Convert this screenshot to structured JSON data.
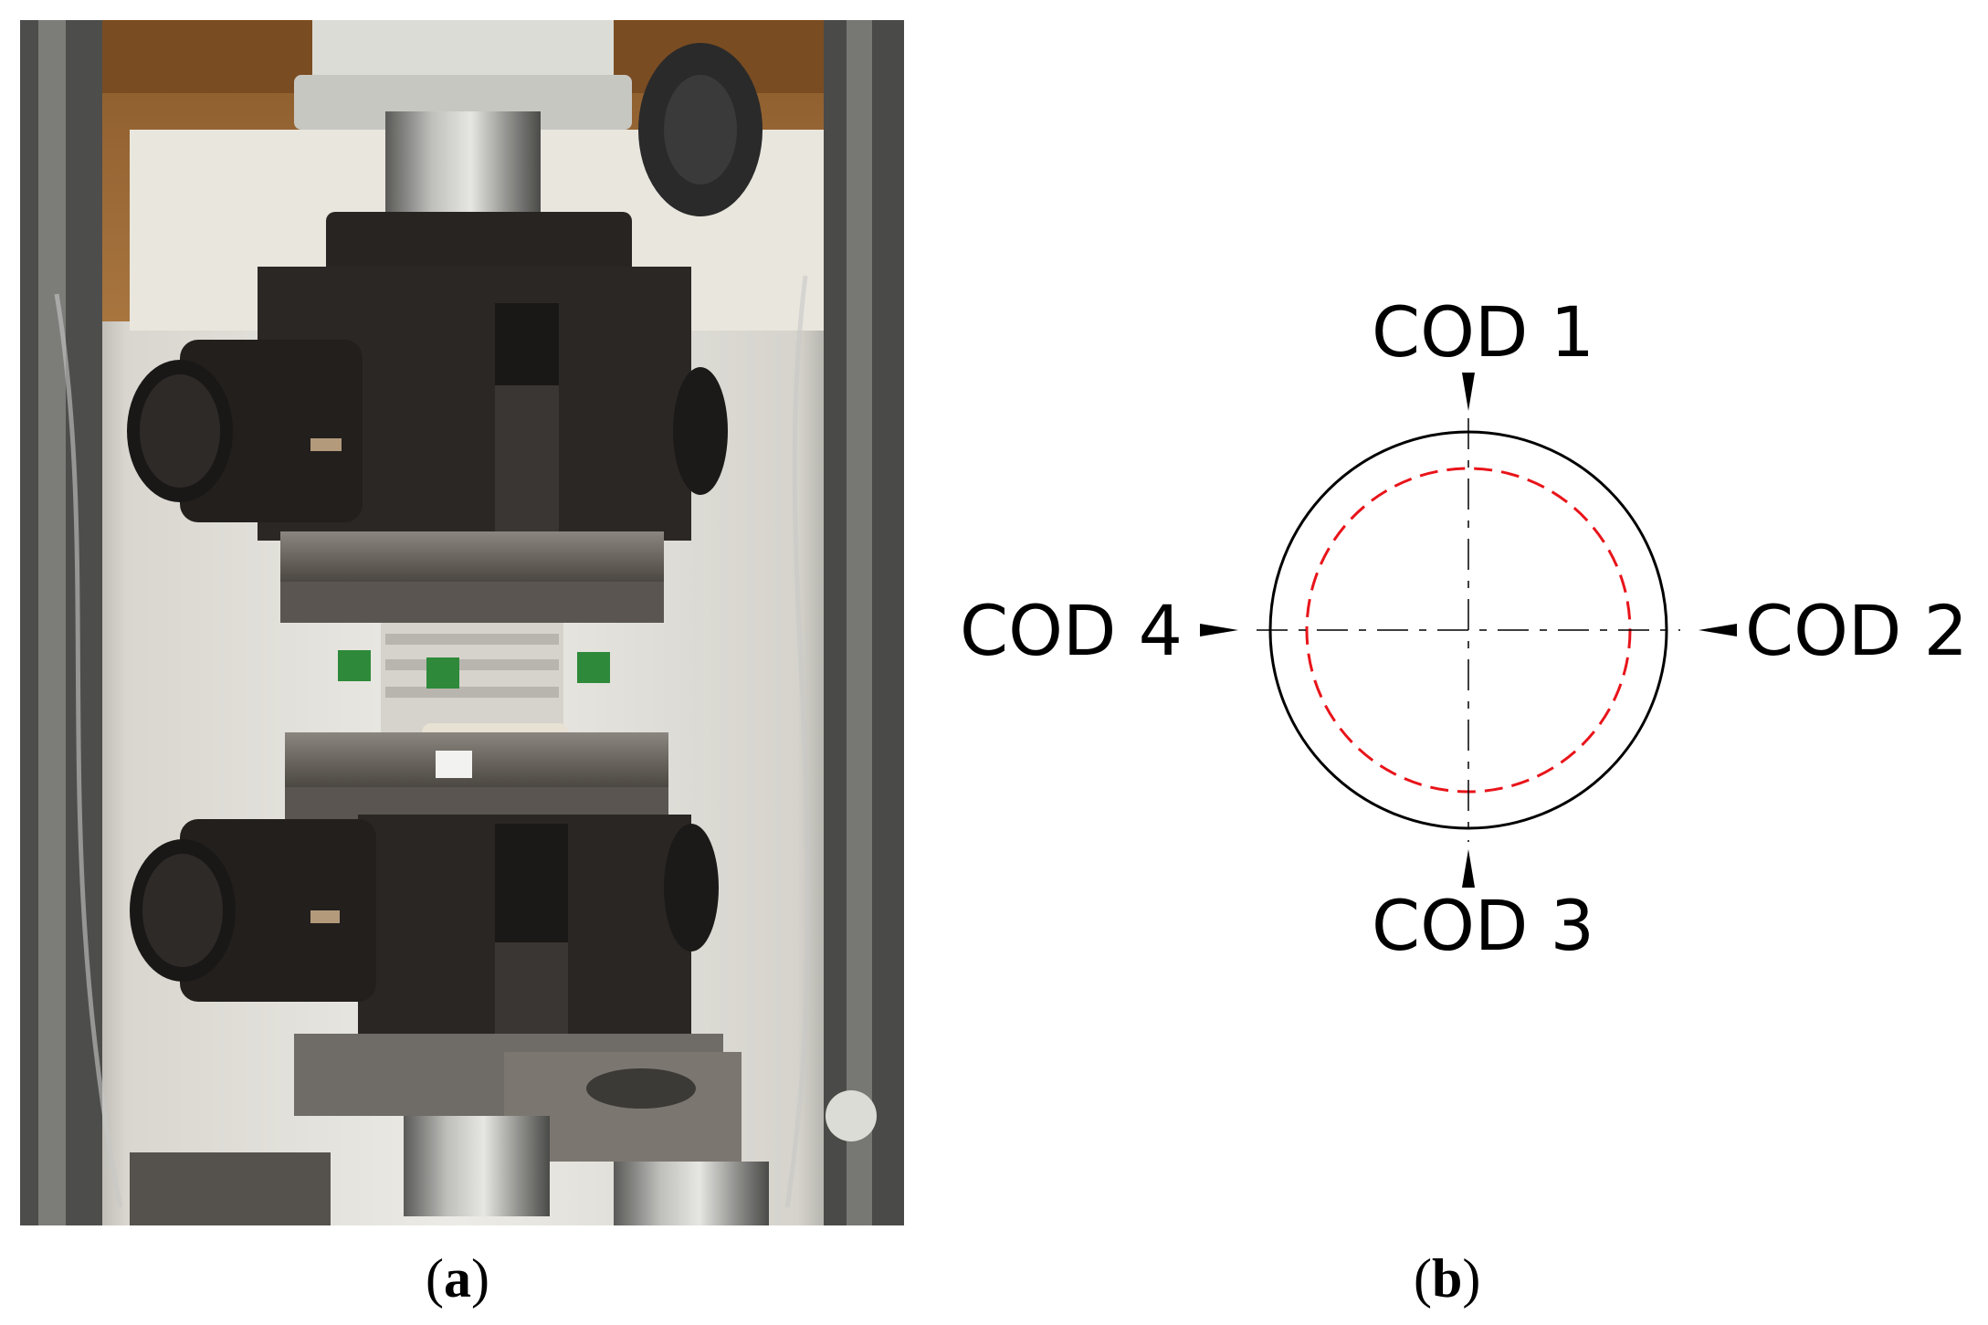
{
  "figure": {
    "panel_a": {
      "caption_open": "(",
      "caption_letter": "a",
      "caption_close": ")"
    },
    "panel_b": {
      "caption_open": "(",
      "caption_letter": "b",
      "caption_close": ")",
      "labels": {
        "top": "COD 1",
        "right": "COD 2",
        "bottom": "COD 3",
        "left": "COD 4"
      },
      "colors": {
        "outer_circle": "#000000",
        "inner_dashed_circle": "#e8141a",
        "centerlines": "#000000"
      }
    }
  }
}
